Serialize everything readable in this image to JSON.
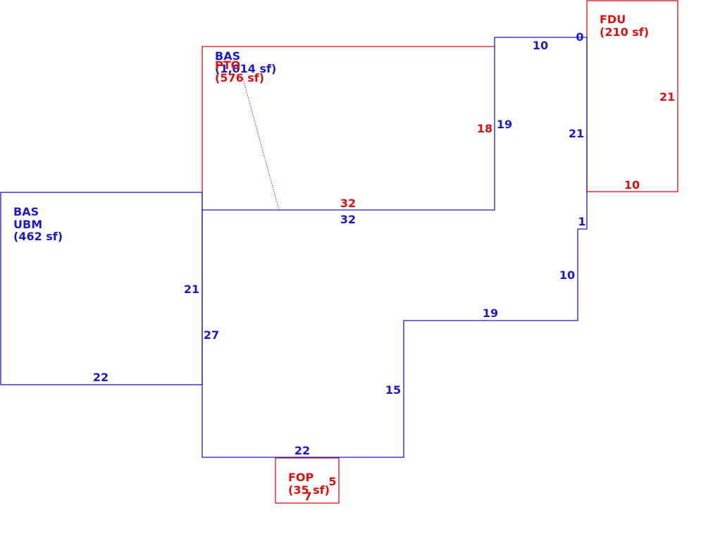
{
  "colors": {
    "base": "#1a1acc",
    "addon": "#dd1111",
    "background": "#ffffff"
  },
  "areas": {
    "bas_main": {
      "code": "BAS",
      "area": "(1,014 sf)"
    },
    "pto": {
      "code": "PTO",
      "area": "(576 sf)"
    },
    "bas_ubm": {
      "code": "BAS",
      "code2": "UBM",
      "area": "(462 sf)"
    },
    "fdu": {
      "code": "FDU",
      "area": "(210 sf)"
    },
    "fop": {
      "code": "FOP",
      "area": "(35 sf)"
    }
  },
  "dimensions": {
    "pto_top_left_width": "32",
    "bas_bottom_of_pto": "32",
    "pto_right": "18",
    "bas_upper_right": "19",
    "bas_top_notch": "10",
    "bas_corner_zero": "0",
    "bas_right_upper": "21",
    "fdu_right": "21",
    "fdu_bottom": "10",
    "bas_step_small": "1",
    "bas_right_lower": "10",
    "bas_step_top": "19",
    "bas_left": "27",
    "ubm_right": "21",
    "ubm_bottom": "22",
    "bas_inner_vertical": "15",
    "bas_bottom": "22",
    "fop_right": "5",
    "fop_bottom": "7"
  }
}
